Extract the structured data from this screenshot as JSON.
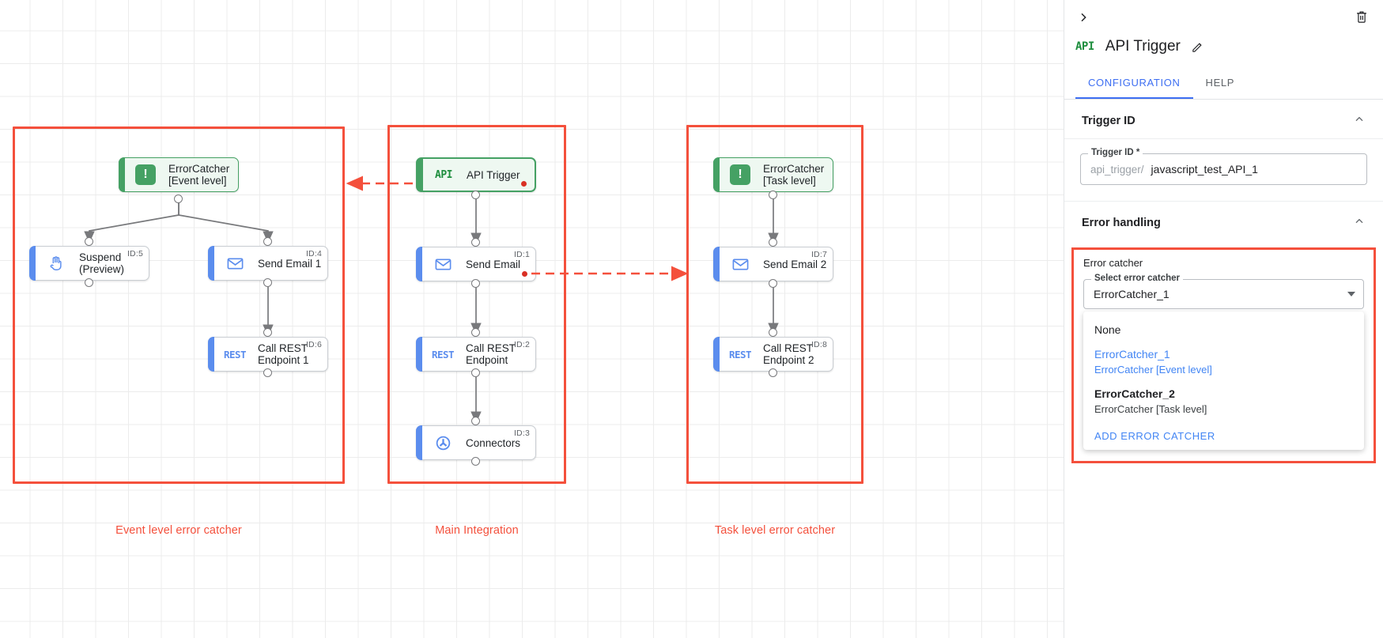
{
  "canvas": {
    "groups": [
      {
        "caption": "Event level error catcher"
      },
      {
        "caption": "Main Integration"
      },
      {
        "caption": "Task level error catcher"
      }
    ],
    "nodes": {
      "ec_event": {
        "label": "ErrorCatcher\n[Event level]",
        "icon": "error-catcher-icon",
        "id": ""
      },
      "suspend": {
        "label": "Suspend\n(Preview)",
        "icon": "hand-icon",
        "id": "ID:5"
      },
      "send_email_1": {
        "label": "Send Email 1",
        "icon": "envelope-icon",
        "id": "ID:4"
      },
      "call_rest_1": {
        "label": "Call REST\nEndpoint 1",
        "icon": "rest-icon",
        "id": "ID:6"
      },
      "api_trigger": {
        "label": "API Trigger",
        "icon": "api-icon",
        "id": ""
      },
      "send_email": {
        "label": "Send Email",
        "icon": "envelope-icon",
        "id": "ID:1"
      },
      "call_rest": {
        "label": "Call REST\nEndpoint",
        "icon": "rest-icon",
        "id": "ID:2"
      },
      "connectors": {
        "label": "Connectors",
        "icon": "connectors-icon",
        "id": "ID:3"
      },
      "ec_task": {
        "label": "ErrorCatcher\n[Task level]",
        "icon": "error-catcher-icon",
        "id": ""
      },
      "send_email_2": {
        "label": "Send Email 2",
        "icon": "envelope-icon",
        "id": "ID:7"
      },
      "call_rest_2": {
        "label": "Call REST\nEndpoint 2",
        "icon": "rest-icon",
        "id": "ID:8"
      }
    },
    "badges": {
      "rest_text": "REST",
      "api_text": "API",
      "error_glyph": "!"
    }
  },
  "panel": {
    "collapse_icon": "chevron-right-icon",
    "delete_icon": "trash-icon",
    "type_tag": "API",
    "title": "API Trigger",
    "edit_icon": "pencil-icon",
    "tabs": [
      {
        "label": "CONFIGURATION",
        "active": true
      },
      {
        "label": "HELP",
        "active": false
      }
    ],
    "trigger_id_section": {
      "title": "Trigger ID",
      "field_label": "Trigger ID *",
      "prefix": "api_trigger/",
      "value": "javascript_test_API_1"
    },
    "error_handling_section": {
      "title": "Error handling",
      "error_catcher_label": "Error catcher",
      "select_label": "Select error catcher",
      "selected_value": "ErrorCatcher_1",
      "options": [
        {
          "main": "None",
          "sub": "",
          "selected": false,
          "bold": false
        },
        {
          "main": "ErrorCatcher_1",
          "sub": "ErrorCatcher [Event level]",
          "selected": true,
          "bold": false
        },
        {
          "main": "ErrorCatcher_2",
          "sub": "ErrorCatcher [Task level]",
          "selected": false,
          "bold": true
        }
      ],
      "add_action": "ADD ERROR CATCHER"
    }
  },
  "colors": {
    "accent_blue": "#3d6ef2",
    "error_red": "#f4503c",
    "trigger_green": "#45a164",
    "node_blue": "#5b8dee"
  }
}
